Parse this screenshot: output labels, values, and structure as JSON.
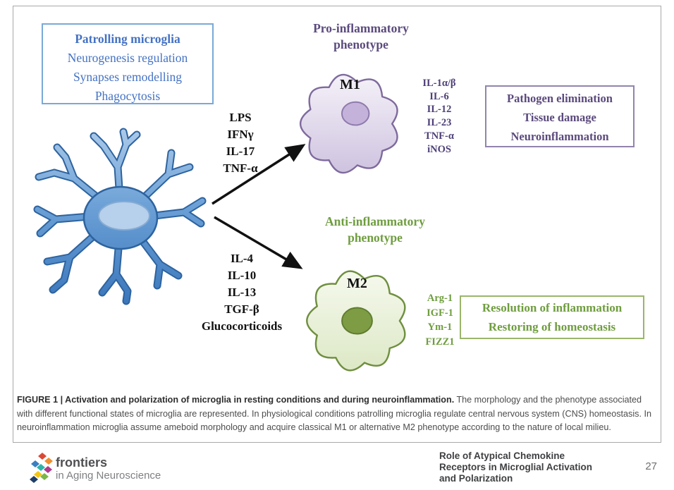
{
  "patrolling_box": {
    "title": "Patrolling microglia",
    "lines": [
      "Neurogenesis regulation",
      "Synapses remodelling",
      "Phagocytosis"
    ]
  },
  "m1_pathway": {
    "phenotype_title": "Pro-inflammatory phenotype",
    "cell_label": "M1",
    "stimuli": [
      "LPS",
      "IFNγ",
      "IL-17",
      "TNF-α"
    ],
    "markers": [
      "IL-1α/β",
      "IL-6",
      "IL-12",
      "IL-23",
      "TNF-α",
      "iNOS"
    ],
    "outcomes": [
      "Pathogen elimination",
      "Tissue damage",
      "Neuroinflammation"
    ]
  },
  "m2_pathway": {
    "phenotype_title": "Anti-inflammatory phenotype",
    "cell_label": "M2",
    "stimuli": [
      "IL-4",
      "IL-10",
      "IL-13",
      "TGF-β",
      "Glucocorticoids"
    ],
    "markers": [
      "Arg-1",
      "IGF-1",
      "Ym-1",
      "FIZZ1"
    ],
    "outcomes": [
      "Resolution of inflammation",
      "Restoring of homeostasis"
    ]
  },
  "caption": {
    "label_bold": "FIGURE 1 | Activation and polarization of microglia in resting conditions and during neuroinflammation.",
    "body": "The morphology and the phenotype associated with different functional states of microglia are represented. In physiological conditions patrolling microglia regulate central nervous system (CNS) homeostasis. In neuroinflammation microglia assume ameboid morphology and acquire classical M1 or alternative M2 phenotype according to the nature of local milieu."
  },
  "footer": {
    "journal": "frontiers",
    "journal_sub": "in Aging Neuroscience",
    "running_title_lines": [
      "Role of Atypical Chemokine",
      "Receptors in Microglial Activation",
      "and Polarization"
    ],
    "page_number": "27"
  },
  "colors": {
    "blue_text": "#4472c4",
    "blue_box_border": "#7aa9d8",
    "microglia_blue": "#4a86c8",
    "purple_text": "#5b4a7d",
    "purple_border": "#9184ad",
    "green_text": "#6f9d3f",
    "green_border": "#9ab66a",
    "arrow_black": "#111111"
  }
}
